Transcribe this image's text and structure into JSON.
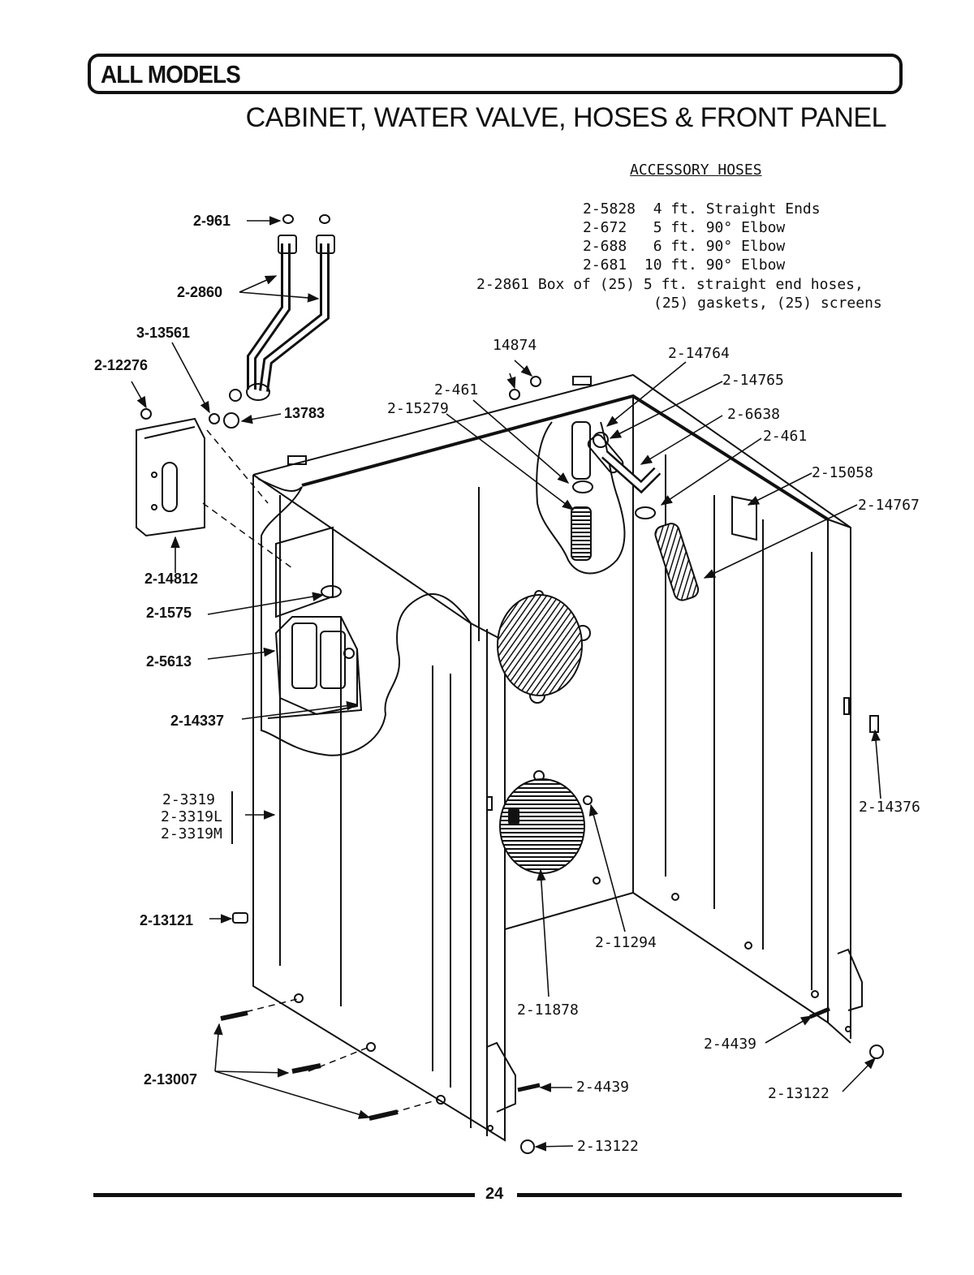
{
  "header": {
    "series_label": "ALL MODELS",
    "page_title": "CABINET, WATER VALVE, HOSES & FRONT PANEL"
  },
  "accessory_hoses": {
    "title": "ACCESSORY HOSES",
    "items": [
      "2-5828  4 ft. Straight Ends",
      "2-672   5 ft. 90° Elbow",
      "2-688   6 ft. 90° Elbow",
      "2-681  10 ft. 90° Elbow",
      "2-2861 Box of (25) 5 ft. straight end hoses,",
      "(25) gaskets, (25) screens"
    ]
  },
  "part_labels": {
    "p2_961": "2-961",
    "p2_2860": "2-2860",
    "p3_13561": "3-13561",
    "p2_12276": "2-12276",
    "p13783": "13783",
    "p2_14812": "2-14812",
    "p2_1575": "2-1575",
    "p2_5613": "2-5613",
    "p2_14337": "2-14337",
    "p2_3319": "2-3319",
    "p2_3319L": "2-3319L",
    "p2_3319M": "2-3319M",
    "p2_13121": "2-13121",
    "p2_13007": "2-13007",
    "p14874": "14874",
    "p2_461_a": "2-461",
    "p2_15279": "2-15279",
    "p2_14764": "2-14764",
    "p2_14765": "2-14765",
    "p2_6638": "2-6638",
    "p2_461_b": "2-461",
    "p2_15058": "2-15058",
    "p2_14767": "2-14767",
    "p2_14376": "2-14376",
    "p2_11294": "2-11294",
    "p2_11878": "2-11878",
    "p2_4439_a": "2-4439",
    "p2_4439_b": "2-4439",
    "p2_13122_a": "2-13122",
    "p2_13122_b": "2-13122"
  },
  "footer": {
    "page_number": "24"
  }
}
